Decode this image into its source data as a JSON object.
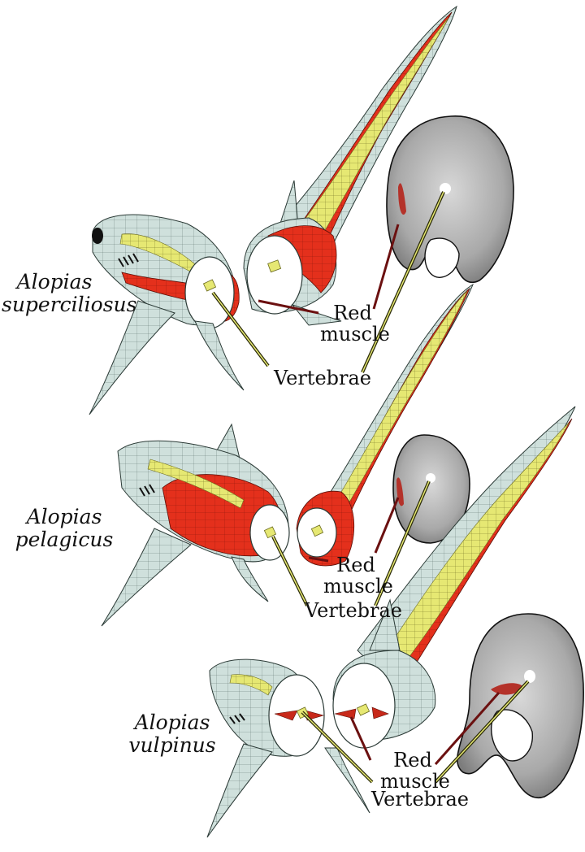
{
  "panels": [
    {
      "species_genus": "Alopias",
      "species_epithet": "superciliosus",
      "label_muscle_line1": "Red",
      "label_muscle_line2": "muscle",
      "label_vertebrae": "Vertebrae"
    },
    {
      "species_genus": "Alopias",
      "species_epithet": "pelagicus",
      "label_muscle_line1": "Red",
      "label_muscle_line2": "muscle",
      "label_vertebrae": "Vertebrae"
    },
    {
      "species_genus": "Alopias",
      "species_epithet": "vulpinus",
      "label_muscle_line1": "Red",
      "label_muscle_line2": "muscle",
      "label_vertebrae": "Vertebrae"
    }
  ],
  "colors": {
    "body_fill": "#cfe0dc",
    "body_edge": "#2b3a36",
    "red_muscle": "#e4301c",
    "vertebra_fill": "#e6e873",
    "cut_face": "#ffffff",
    "leader_dark_red": "#6b1010",
    "leader_yellow": "#c9c94a",
    "section_grey": "#8f8f8f"
  }
}
